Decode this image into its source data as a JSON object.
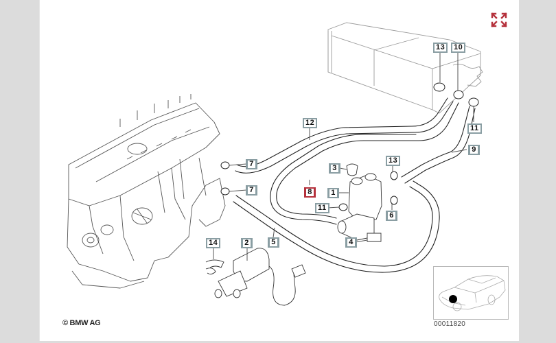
{
  "diagram": {
    "title": "Heater hoses / auxiliary water pump",
    "copyright": "© BMW AG",
    "illustration_code": "00011820",
    "expand_icon": "expand-arrows-icon",
    "colors": {
      "accent": "#b5313c",
      "label_frame": "#8a9ea3",
      "line": "#222222",
      "background": "#dcdcdc"
    },
    "selected_part": "8",
    "part_labels": [
      {
        "id": "13a",
        "text": "13"
      },
      {
        "id": "10",
        "text": "10"
      },
      {
        "id": "11a",
        "text": "11"
      },
      {
        "id": "12",
        "text": "12"
      },
      {
        "id": "9",
        "text": "9"
      },
      {
        "id": "7a",
        "text": "7"
      },
      {
        "id": "7b",
        "text": "7"
      },
      {
        "id": "3",
        "text": "3"
      },
      {
        "id": "13b",
        "text": "13"
      },
      {
        "id": "8",
        "text": "8"
      },
      {
        "id": "1",
        "text": "1"
      },
      {
        "id": "11b",
        "text": "11"
      },
      {
        "id": "6",
        "text": "6"
      },
      {
        "id": "5",
        "text": "5"
      },
      {
        "id": "4",
        "text": "4"
      },
      {
        "id": "14",
        "text": "14"
      },
      {
        "id": "2",
        "text": "2"
      }
    ]
  }
}
